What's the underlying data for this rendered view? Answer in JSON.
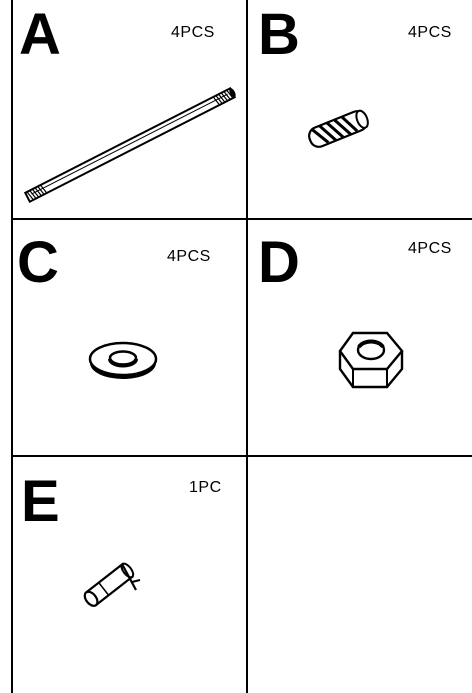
{
  "parts": [
    {
      "letter": "A",
      "qty": "4PCS",
      "icon": "threaded-rod-icon"
    },
    {
      "letter": "B",
      "qty": "4PCS",
      "icon": "sleeve-anchor-icon"
    },
    {
      "letter": "C",
      "qty": "4PCS",
      "icon": "washer-icon"
    },
    {
      "letter": "D",
      "qty": "4PCS",
      "icon": "hex-nut-icon"
    },
    {
      "letter": "E",
      "qty": "1PC",
      "icon": "pin-key-icon"
    }
  ],
  "colors": {
    "ink": "#000000",
    "paper": "#ffffff"
  }
}
